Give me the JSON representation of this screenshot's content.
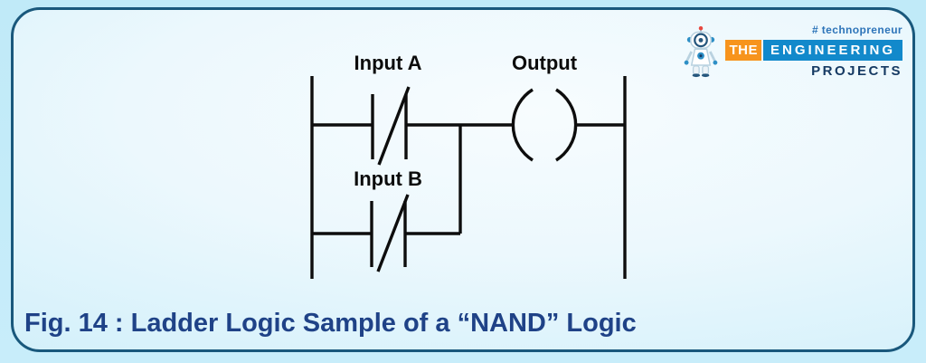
{
  "figure": {
    "caption": "Fig. 14 : Ladder Logic Sample of a “NAND” Logic",
    "number": "14",
    "gate": "NAND"
  },
  "diagram": {
    "type": "ladder-logic",
    "labels": {
      "input_a": "Input A",
      "output": "Output",
      "input_b": "Input B"
    },
    "elements": [
      {
        "name": "contact-input-a",
        "kind": "normally-closed-contact",
        "label": "Input A",
        "rung": 1
      },
      {
        "name": "coil-output",
        "kind": "output-coil",
        "label": "Output",
        "rung": 1
      },
      {
        "name": "contact-input-b",
        "kind": "normally-closed-contact",
        "label": "Input B",
        "rung": 2
      }
    ]
  },
  "logo": {
    "tagline": "# technopreneur",
    "word_the": "THE",
    "word_engineering": "ENGINEERING",
    "word_projects": "PROJECTS"
  },
  "colors": {
    "page_background": "#c0eaf8",
    "panel_border": "#19587c",
    "diagram_line": "#0d0d0d",
    "caption_text": "#1f4287",
    "logo_orange": "#f7941d",
    "logo_blue": "#1289cb",
    "logo_navy": "#163a63",
    "tagline_blue": "#2d74b9"
  }
}
